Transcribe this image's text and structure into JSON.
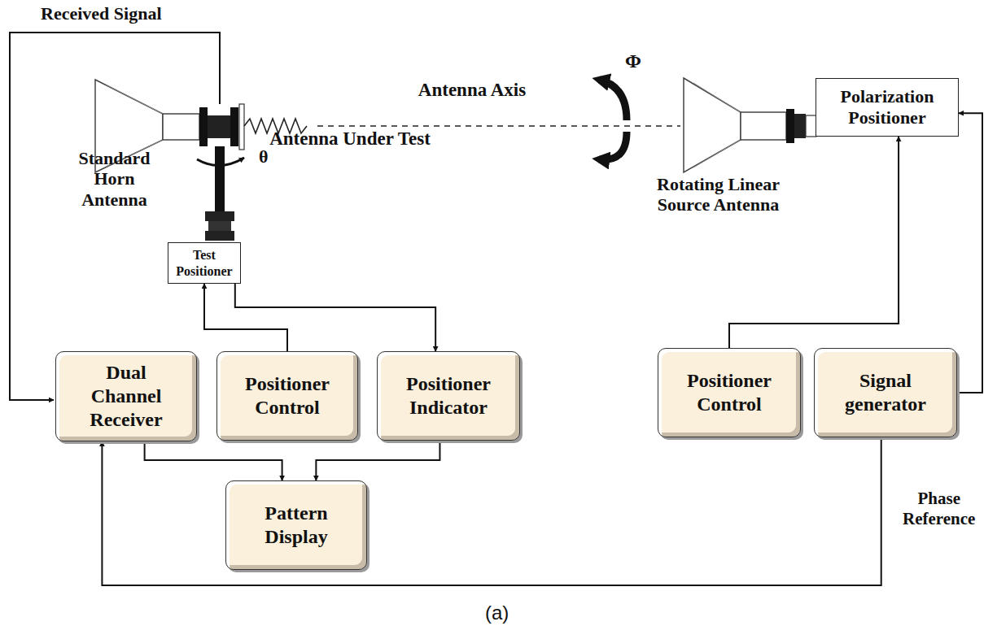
{
  "diagram": {
    "caption": "(a)",
    "nodes": [
      {
        "text": [
          "Test Positioner"
        ]
      },
      {
        "text": [
          "Polarization Positioner"
        ]
      },
      {
        "text": [
          "Dual Channel Receiver"
        ]
      },
      {
        "text": [
          "Positioner Control"
        ]
      },
      {
        "text": [
          "Positioner Indicator"
        ]
      },
      {
        "text": [
          "Pattern Display"
        ]
      },
      {
        "text": [
          "Positioner Control"
        ]
      },
      {
        "text": [
          "Signal generator"
        ]
      }
    ],
    "edges": [
      {
        "from": 3,
        "to": 0,
        "arrow": "to"
      },
      {
        "from": 0,
        "to": 4,
        "arrow": "to"
      },
      {
        "from": 2,
        "to": 5,
        "arrow": "to"
      },
      {
        "from": 4,
        "to": 5,
        "arrow": "to"
      },
      {
        "from": 6,
        "to": 1,
        "arrow": "to"
      },
      {
        "from": 7,
        "to": 1,
        "arrow": "to"
      },
      {
        "from": 7,
        "to": 2,
        "label": "Phase Reference",
        "arrow": "to"
      }
    ],
    "labels": [
      "Received Signal",
      "Antenna Axis",
      "Φ",
      "θ",
      "Standard Horn Antenna",
      "Antenna Under Test",
      "Rotating Linear Source Antenna"
    ]
  }
}
